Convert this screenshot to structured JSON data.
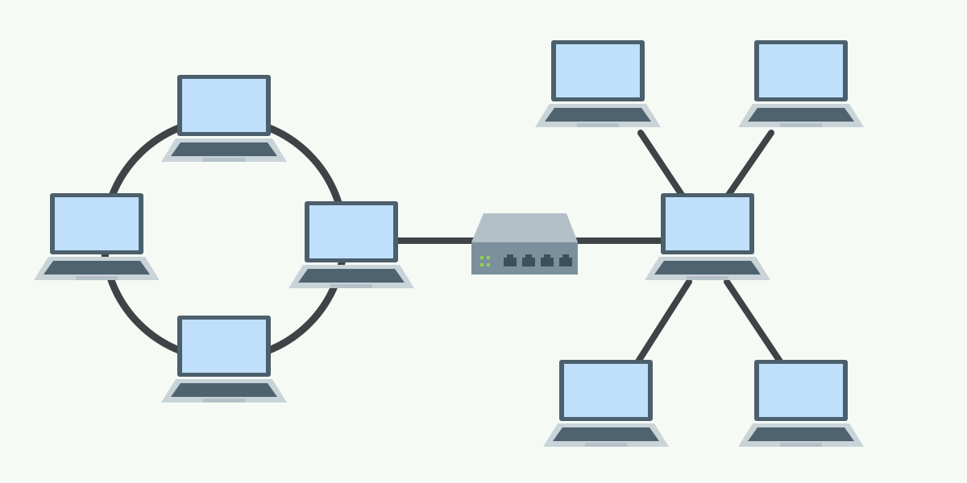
{
  "diagram": {
    "topologies": [
      {
        "kind": "ring",
        "nodes": 4
      },
      {
        "kind": "star",
        "nodes": 5
      }
    ],
    "link_device": "switch-icon",
    "switch_ports": 4,
    "switch_leds": 4
  },
  "colors": {
    "background": "#f6faf5",
    "cable": "#3f4346",
    "laptop_frame": "#4b5f6c",
    "laptop_screen": "#bfdffa",
    "laptop_base": "#c9d3d8",
    "laptop_keyboard": "#4e636f",
    "laptop_touchpad": "#b4c1c8",
    "switch_top": "#b3c0c7",
    "switch_front": "#7b909c",
    "switch_port": "#3d4f5b",
    "switch_led": "#8fd14f"
  }
}
